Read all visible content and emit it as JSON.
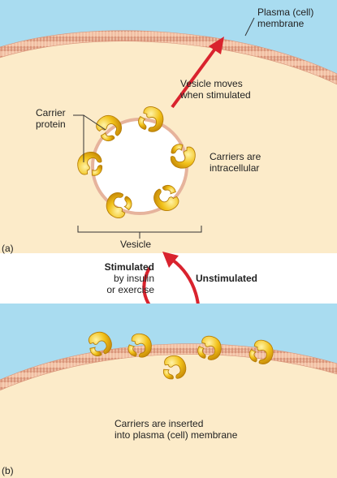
{
  "panel_a": {
    "letter": "(a)",
    "membrane_label_line1": "Plasma (cell)",
    "membrane_label_line2": "membrane",
    "carrier_label_line1": "Carrier",
    "carrier_label_line2": "protein",
    "vesicle_moves_line1": "Vesicle moves",
    "vesicle_moves_line2": "when stimulated",
    "carriers_intra_line1": "Carriers are",
    "carriers_intra_line2": "intracellular",
    "vesicle_label": "Vesicle"
  },
  "middle": {
    "stimulated": "Stimulated",
    "by_insulin": "by insulin",
    "or_exercise": "or exercise",
    "unstimulated": "Unstimulated"
  },
  "panel_b": {
    "letter": "(b)",
    "inserted_line1": "Carriers are inserted",
    "inserted_line2": "into plasma (cell) membrane"
  },
  "colors": {
    "extracellular": "#a9dcf0",
    "cytoplasm": "#fcebc9",
    "membrane": "#f3c2a4",
    "membrane_dark": "#d9957a",
    "carrier": "#f2c21a",
    "arrow": "#d9232e"
  }
}
